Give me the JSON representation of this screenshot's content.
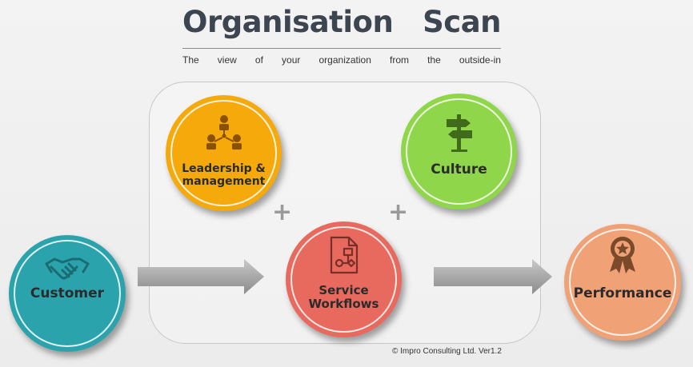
{
  "title": {
    "word1": "Organisation",
    "word2": "Scan"
  },
  "subtitle_words": [
    "The",
    "view",
    "of",
    "your",
    "organization",
    "from",
    "the",
    "outside-in"
  ],
  "nodes": {
    "customer": {
      "label": "Customer",
      "color": "#2aa3ad",
      "icon": "handshake-icon"
    },
    "leadership": {
      "line1": "Leadership &",
      "line2": "management",
      "color": "#f5a90a",
      "icon": "team-hierarchy-icon"
    },
    "culture": {
      "label": "Culture",
      "color": "#8fd64a",
      "icon": "signpost-icon"
    },
    "workflows": {
      "line1": "Service",
      "line2": "Workflows",
      "color": "#e8695e",
      "icon": "workflow-document-icon"
    },
    "performance": {
      "label": "Performance",
      "color": "#f0a276",
      "icon": "award-ribbon-icon"
    }
  },
  "operators": {
    "plus_left": "+",
    "plus_right": "+"
  },
  "footer": {
    "copyright": "© Impro Consulting Ltd. Ver1.2"
  }
}
